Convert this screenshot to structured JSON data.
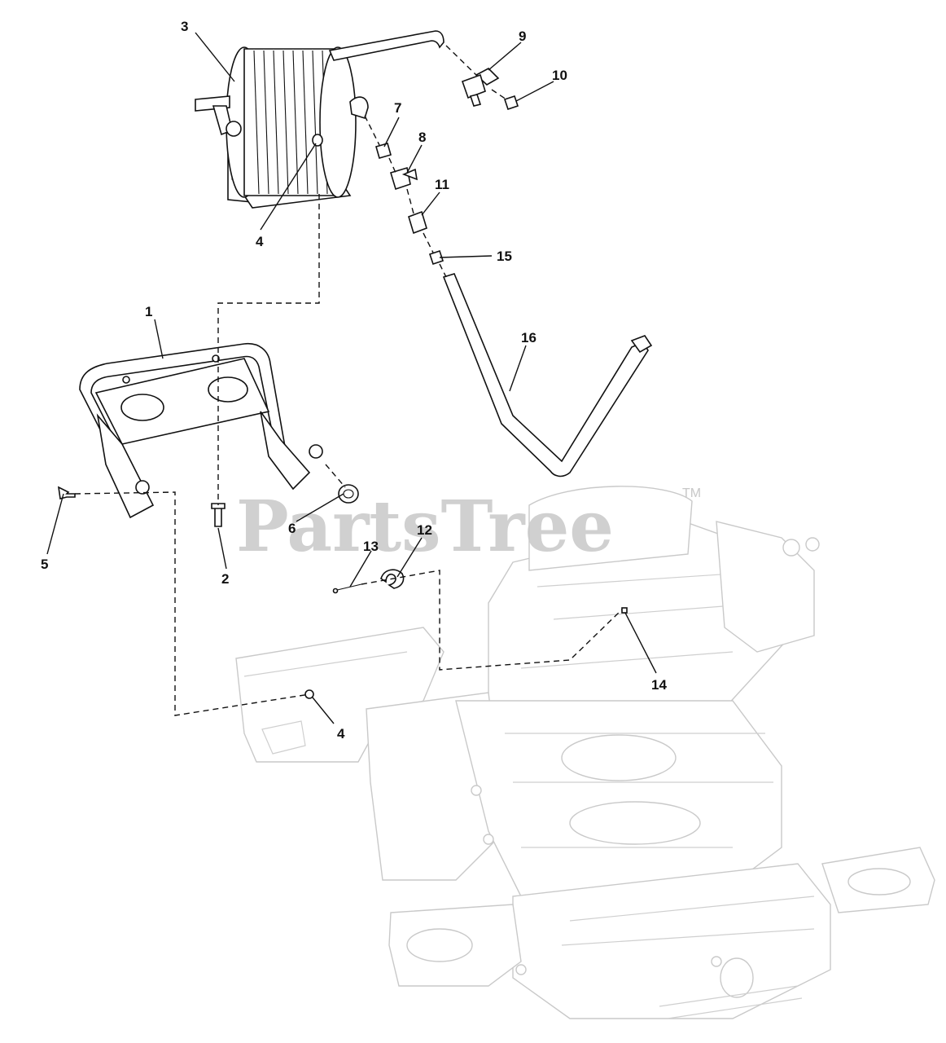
{
  "watermark": {
    "text": "PartsTree",
    "trademark": "TM"
  },
  "callouts": [
    {
      "id": "c3",
      "label": "3"
    },
    {
      "id": "c9",
      "label": "9"
    },
    {
      "id": "c10",
      "label": "10"
    },
    {
      "id": "c7",
      "label": "7"
    },
    {
      "id": "c8",
      "label": "8"
    },
    {
      "id": "c11",
      "label": "11"
    },
    {
      "id": "c4a",
      "label": "4"
    },
    {
      "id": "c15",
      "label": "15"
    },
    {
      "id": "c1",
      "label": "1"
    },
    {
      "id": "c16",
      "label": "16"
    },
    {
      "id": "c5",
      "label": "5"
    },
    {
      "id": "c6",
      "label": "6"
    },
    {
      "id": "c2",
      "label": "2"
    },
    {
      "id": "c13",
      "label": "13"
    },
    {
      "id": "c12",
      "label": "12"
    },
    {
      "id": "c14",
      "label": "14"
    },
    {
      "id": "c4b",
      "label": "4"
    }
  ]
}
